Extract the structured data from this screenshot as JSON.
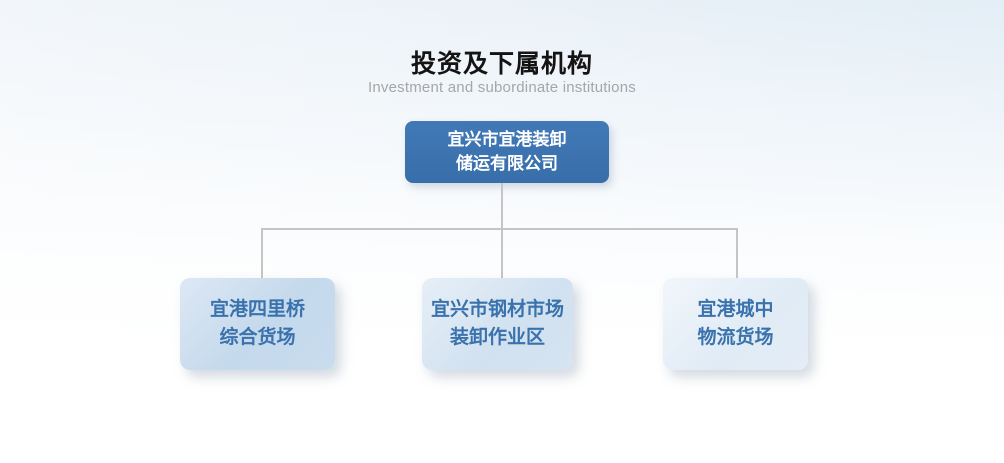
{
  "page": {
    "title": "投资及下属机构",
    "subtitle": "Investment and subordinate institutions"
  },
  "org_chart": {
    "root": {
      "line1": "宜兴市宜港装卸",
      "line2": "储运有限公司"
    },
    "children": [
      {
        "line1": "宜港四里桥",
        "line2": "综合货场"
      },
      {
        "line1": "宜兴市钢材市场",
        "line2": "装卸作业区"
      },
      {
        "line1": "宜港城中",
        "line2": "物流货场"
      }
    ]
  },
  "colors": {
    "root_box": "#3b73b0",
    "root_text": "#ffffff",
    "child_box_1": "#c8dbee",
    "child_box_2": "#d3e2f1",
    "child_box_3": "#e3edf7",
    "child_text": "#3a72ad",
    "connector": "#c5c5c5",
    "title": "#141414",
    "subtitle": "#a6a6a6"
  }
}
